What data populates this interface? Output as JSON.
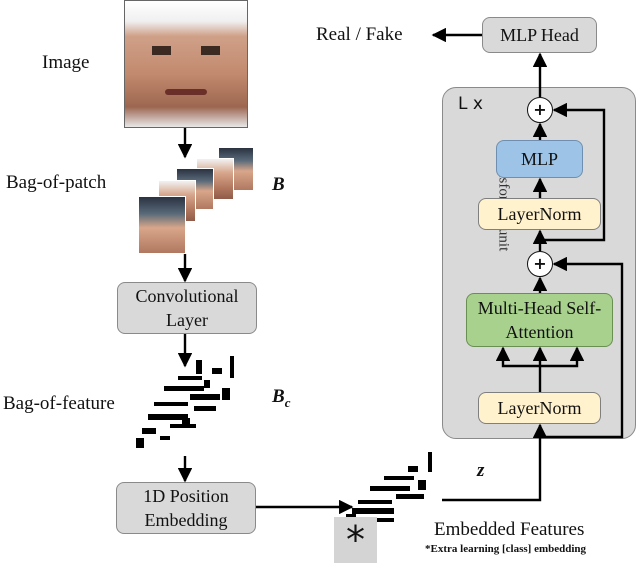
{
  "labels": {
    "image": "Image",
    "bag_of_patch": "Bag-of-patch",
    "b_symbol": "B",
    "bag_of_feature": "Bag-of-feature",
    "bc_base": "B",
    "bc_sub": "c",
    "z_symbol": "z",
    "real_fake": "Real / Fake",
    "embedded_features": "Embedded Features",
    "class_note": "*Extra learning [class] embedding",
    "class_token": "*"
  },
  "boxes": {
    "conv": "Convolutional Layer",
    "pos_embed": "1D Position Embedding",
    "mlp_head": "MLP Head",
    "mlp": "MLP",
    "layernorm_top": "LayerNorm",
    "attention": "Multi-Head Self-Attention",
    "layernorm_bottom": "LayerNorm"
  },
  "transformer": {
    "repeat": "L x",
    "title": "Transformer unit",
    "plus_symbol": "+"
  },
  "colors": {
    "gray_box": "#d9d9d9",
    "layernorm": "#fff2cc",
    "mlp": "#9dc3e6",
    "attention": "#a9d18e",
    "arrow": "#000000"
  }
}
